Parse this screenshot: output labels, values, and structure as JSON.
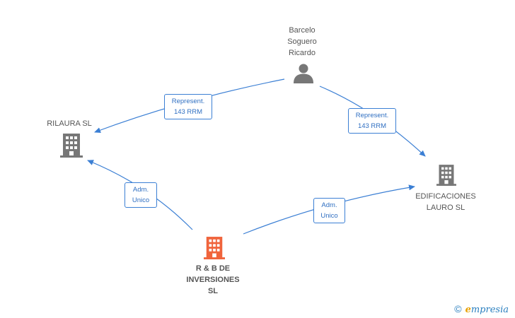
{
  "colors": {
    "edge": "#3b7fd4",
    "node_default": "#777777",
    "node_highlight": "#f0643c",
    "label_text": "#555555"
  },
  "nodes": {
    "barcelo": {
      "label_lines": [
        "Barcelo",
        "Soguero",
        "Ricardo"
      ],
      "icon": "person-icon"
    },
    "rilaura": {
      "label_lines": [
        "RILAURA SL"
      ],
      "icon": "building-icon"
    },
    "edificaciones": {
      "label_lines": [
        "EDIFICACIONES",
        "LAURO SL"
      ],
      "icon": "building-icon"
    },
    "rb": {
      "label_lines": [
        "R & B DE",
        "INVERSIONES",
        "SL"
      ],
      "icon": "building-icon"
    }
  },
  "edges": {
    "barcelo_rilaura": {
      "label_lines": [
        "Represent.",
        "143 RRM"
      ]
    },
    "barcelo_edificaciones": {
      "label_lines": [
        "Represent.",
        "143 RRM"
      ]
    },
    "rb_rilaura": {
      "label_lines": [
        "Adm.",
        "Unico"
      ]
    },
    "rb_edificaciones": {
      "label_lines": [
        "Adm.",
        "Unico"
      ]
    }
  },
  "watermark": {
    "copyright": "©",
    "brand_initial": "e",
    "brand_rest": "mpresia"
  }
}
